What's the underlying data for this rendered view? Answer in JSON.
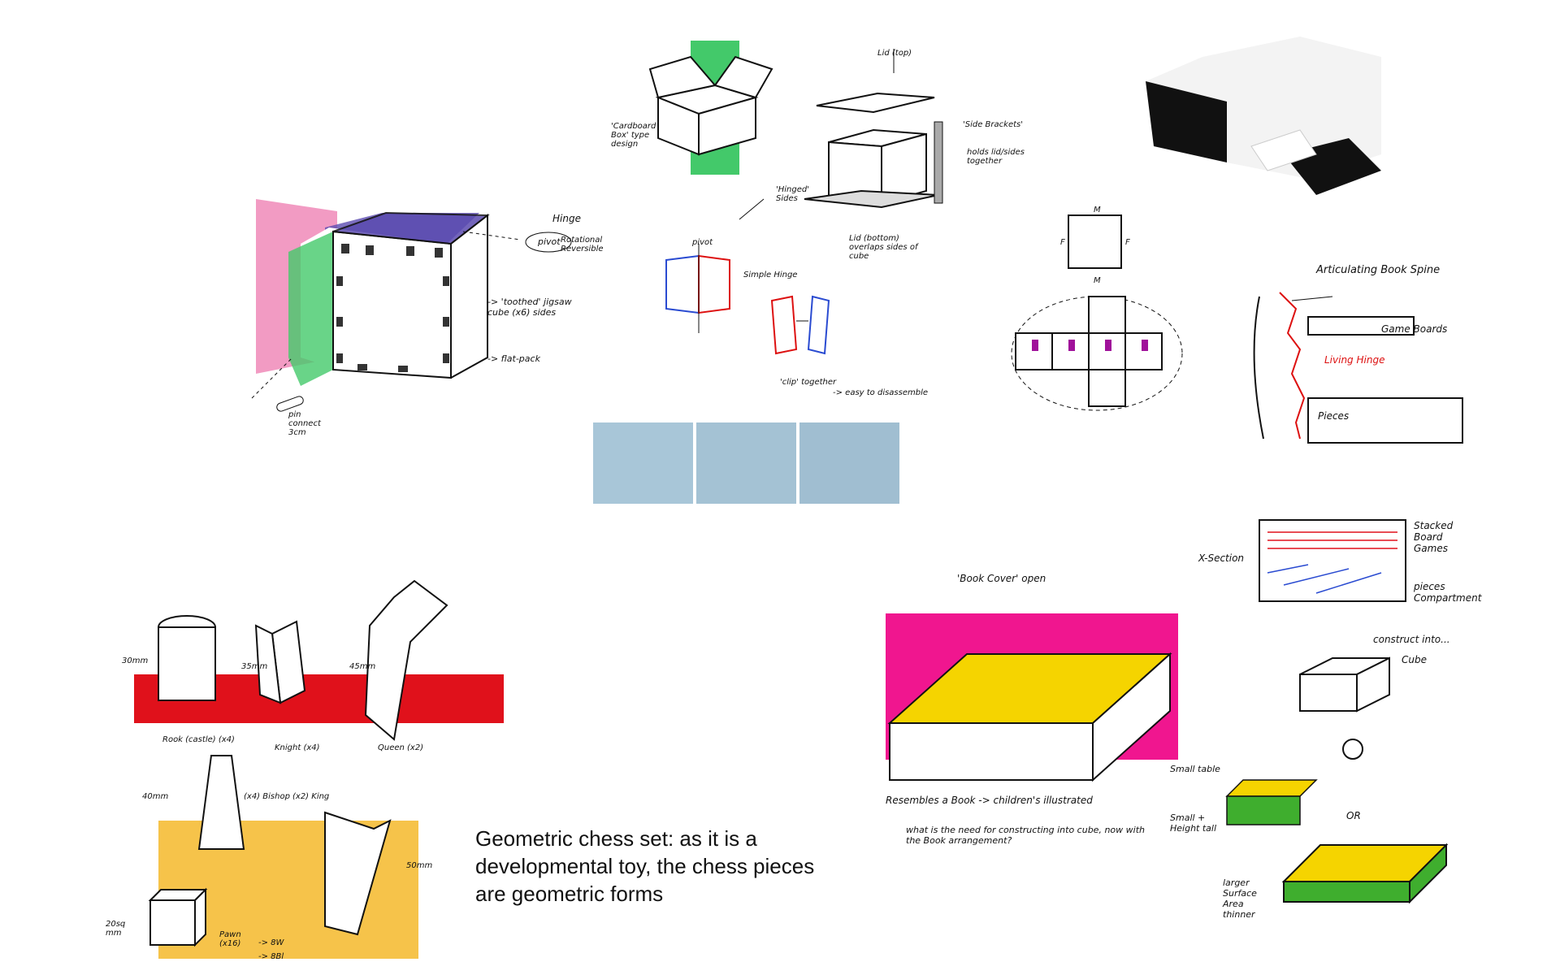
{
  "caption": "Geometric chess set: as it is a developmental toy, the chess pieces are geometric forms",
  "cube_sketch": {
    "labels": [
      "pivot",
      "Hinge",
      "Rotational Reversible",
      "-> 'toothed' jigsaw cube (x6) sides",
      "-> flat-pack",
      "pin connect 3cm"
    ]
  },
  "box_sketch": {
    "labels": [
      "'Cardboard Box' type design",
      "Lid (top)",
      "'Side Brackets'",
      "holds lid/sides together",
      "'Hinged' Sides",
      "Lid (bottom) overlaps sides of cube",
      "pivot",
      "Simple Hinge",
      "'clip' together",
      "-> easy to disassemble"
    ]
  },
  "net_sketch": {
    "labels": [
      "M",
      "F",
      "F",
      "M"
    ]
  },
  "spine_sketch": {
    "labels": [
      "Articulating Book Spine",
      "Game Boards",
      "Living Hinge",
      "Pieces"
    ]
  },
  "chess_sketch": {
    "labels": [
      "30mm",
      "35mm",
      "45mm",
      "Rook (castle) (x4)",
      "Knight (x4)",
      "Queen (x2)",
      "40mm",
      "(x4) Bishop",
      "(x2) King",
      "50mm",
      "20sq mm",
      "Pawn (x16)",
      "-> 8W",
      "-> 8Bl"
    ]
  },
  "book_sketch": {
    "labels": [
      "'Book Cover' open",
      "X-Section",
      "Stacked Board Games",
      "pieces Compartment",
      "construct into...",
      "Cube",
      "Small table",
      "Resembles a Book -> children's illustrated",
      "what is the need for constructing into cube, now with the Book arrangement?",
      "Small + Height tall",
      "OR",
      "larger Surface Area thinner"
    ]
  },
  "colors": {
    "pink": "#f08ab8",
    "magenta": "#f0168f",
    "green": "#43c96a",
    "purple": "#5b4bb0",
    "red": "#e0111b",
    "yellow": "#f5d400",
    "orange": "#f5b82a",
    "lightblue": "#9cc8df",
    "bookgreen": "#3fae2e"
  }
}
